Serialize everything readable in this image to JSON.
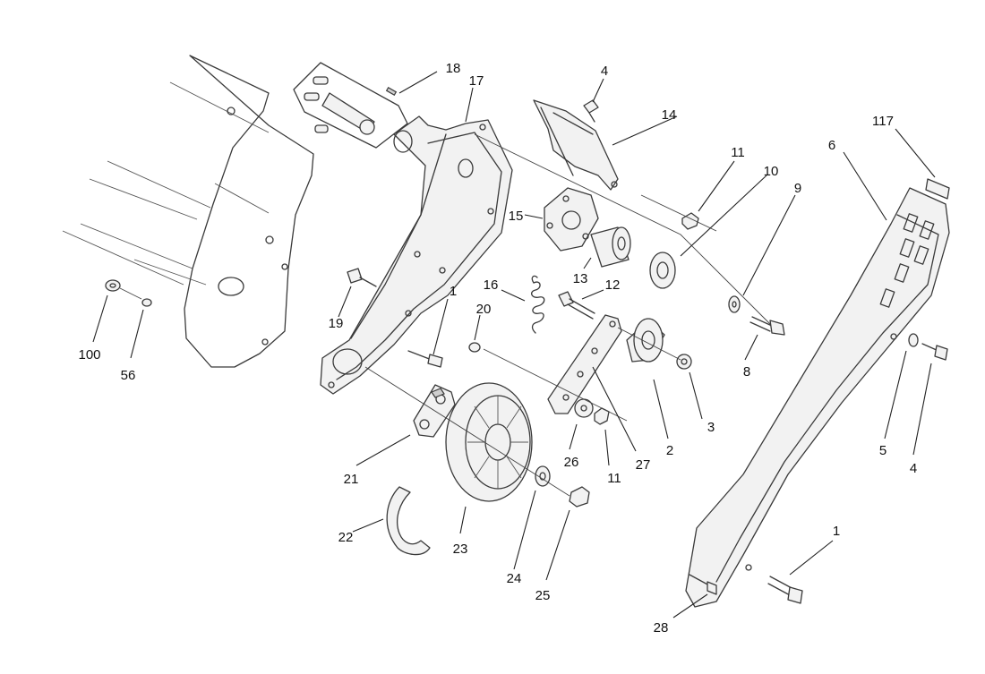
{
  "callouts": {
    "c117": "117",
    "c6": "6",
    "c18": "18",
    "c17": "17",
    "c4a": "4",
    "c14": "14",
    "c11a": "11",
    "c10": "10",
    "c9": "9",
    "c15": "15",
    "c13": "13",
    "c16": "16",
    "c12": "12",
    "c1a": "1",
    "c20": "20",
    "c19": "19",
    "c100": "100",
    "c56": "56",
    "c8": "8",
    "c5": "5",
    "c4b": "4",
    "c3": "3",
    "c2": "2",
    "c27": "27",
    "c26": "26",
    "c11b": "11",
    "c21": "21",
    "c22": "22",
    "c23": "23",
    "c24": "24",
    "c25": "25",
    "c1b": "1",
    "c28": "28"
  }
}
